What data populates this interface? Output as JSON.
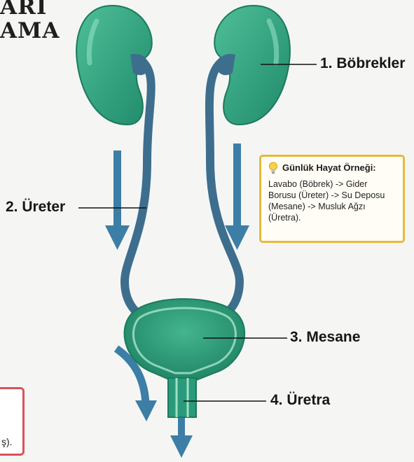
{
  "title_fragments": [
    "ARI",
    "AMA"
  ],
  "labels": {
    "kidneys": "1. Böbrekler",
    "ureter": "2. Üreter",
    "bladder": "3. Mesane",
    "urethra": "4. Üretra"
  },
  "tip": {
    "icon": "lightbulb-icon",
    "heading": "Günlük Hayat Örneği:",
    "body": "Lavabo (Böbrek) -> Gider Borusu (Üreter) -> Su Deposu (Mesane) -> Musluk Ağzı (Üretra)."
  },
  "side_note_fragment": "ş).",
  "colors": {
    "organ_green": "#2a9a7a",
    "organ_light": "#5cc6a3",
    "tube_blue": "#3e6e8e",
    "arrow_blue": "#3c7ea6",
    "tip_border": "#e7b93a",
    "note_border": "#d9535a"
  }
}
